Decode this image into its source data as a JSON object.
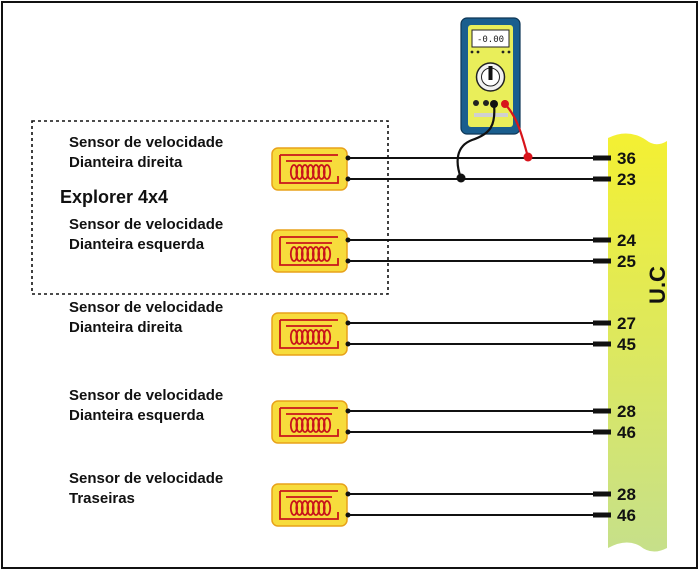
{
  "colors": {
    "sensor_fill": "#f7dc3c",
    "sensor_border": "#e8a21a",
    "coil": "#c8141b",
    "wire": "#111111",
    "uc_top": "#f4f032",
    "uc_bottom": "#c6e08a",
    "meter_body": "#1a5e8e",
    "meter_face": "#e9ee5a",
    "probe_red": "#d8141b"
  },
  "group_label": "Explorer 4x4",
  "control_unit_label": "U.C",
  "multimeter": {
    "display": "-0.00"
  },
  "sensors": [
    {
      "line1": "Sensor de velocidade",
      "line2": "Dianteira direita",
      "pins": [
        "36",
        "23"
      ]
    },
    {
      "line1": "Sensor de velocidade",
      "line2": "Dianteira esquerda",
      "pins": [
        "24",
        "25"
      ]
    },
    {
      "line1": "Sensor de velocidade",
      "line2": "Dianteira  direita",
      "pins": [
        "27",
        "45"
      ]
    },
    {
      "line1": "Sensor de velocidade",
      "line2": "Dianteira esquerda",
      "pins": [
        "28",
        "46"
      ]
    },
    {
      "line1": "Sensor de velocidade",
      "line2": "Traseiras",
      "pins": [
        "28",
        "46"
      ]
    }
  ]
}
